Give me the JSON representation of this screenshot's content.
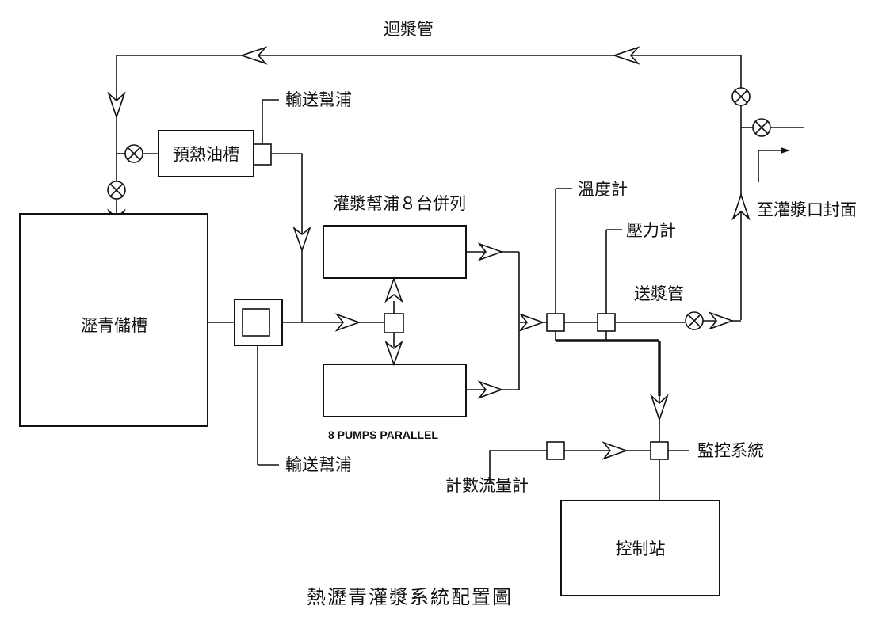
{
  "labels": {
    "return_pipe": "迴漿管",
    "feed_pump_top": "輸送幫浦",
    "preheat_tank": "預熱油槽",
    "grout_pumps": "灌漿幫浦８台併列",
    "pumps_parallel_en": "8 PUMPS PARALLEL",
    "thermometer": "溫度計",
    "pressure_gauge": "壓力計",
    "supply_pipe": "送漿管",
    "to_grout_port": "至灌漿口封面",
    "asphalt_tank": "瀝青儲槽",
    "feed_pump_bottom": "輸送幫浦",
    "flow_meter": "計數流量計",
    "monitor_system": "監控系統",
    "control_station": "控制站"
  },
  "title": "熱瀝青灌漿系統配置圖"
}
